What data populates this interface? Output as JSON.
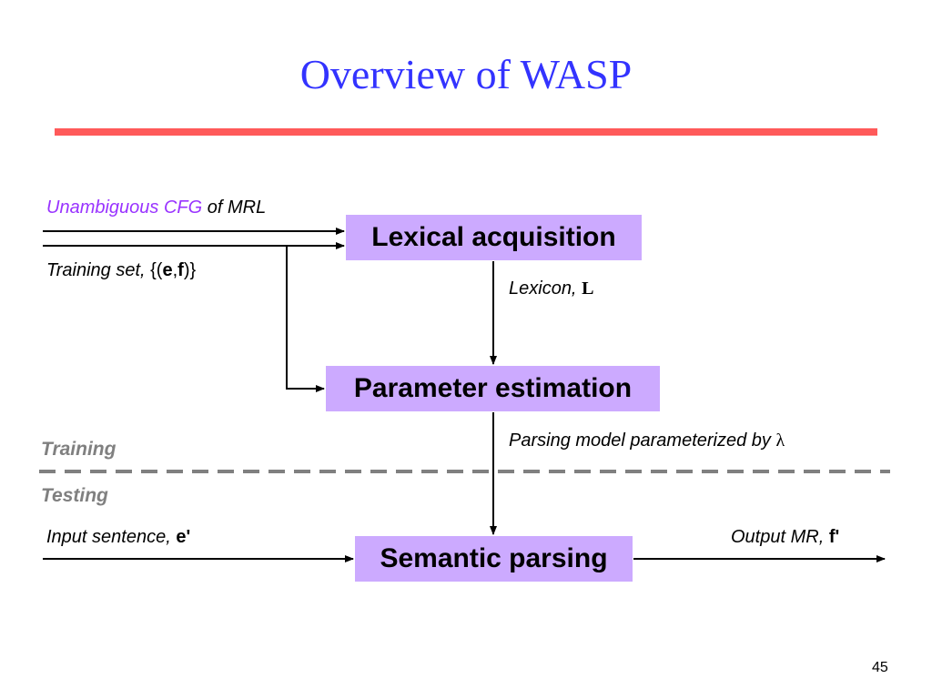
{
  "slide": {
    "title": "Overview of WASP",
    "page_number": "45"
  },
  "boxes": {
    "lexical_acquisition": "Lexical acquisition",
    "parameter_estimation": "Parameter estimation",
    "semantic_parsing": "Semantic parsing"
  },
  "labels": {
    "cfg_highlight": "Unambiguous CFG",
    "cfg_rest": " of MRL",
    "training_set_prefix": "Training set, ",
    "training_set_open": "{(",
    "training_set_e": "e",
    "training_set_comma": ",",
    "training_set_f": "f",
    "training_set_close": ")}",
    "lexicon_prefix": "Lexicon, ",
    "lexicon_symbol": "L",
    "parsing_model_prefix": "Parsing model parameterized by ",
    "parsing_model_symbol": "λ",
    "input_prefix": "Input sentence, ",
    "input_symbol": "e'",
    "output_prefix": "Output MR, ",
    "output_symbol": "f'"
  },
  "phases": {
    "training": "Training",
    "testing": "Testing"
  },
  "colors": {
    "title": "#3333ff",
    "rule": "#ff5a5a",
    "box_fill": "#ccaaff",
    "highlight_text": "#9933ff",
    "phase_text": "#808080",
    "divider": "#808080"
  }
}
